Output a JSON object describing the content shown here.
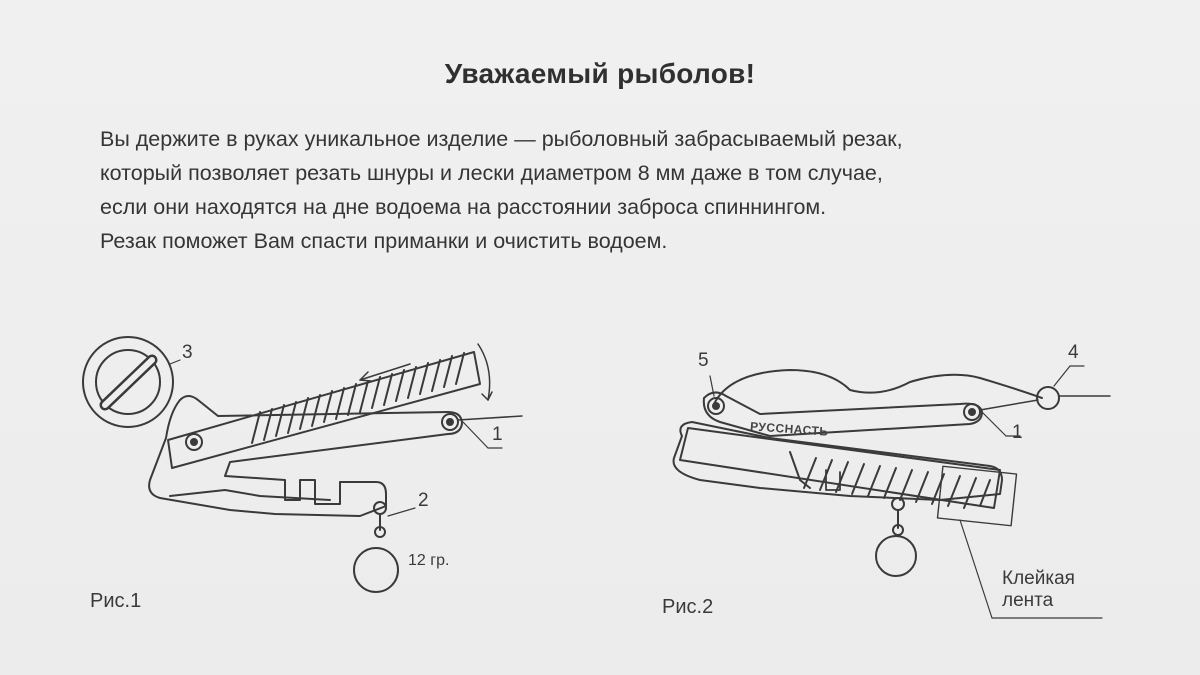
{
  "title": "Уважаемый рыболов!",
  "paragraph": [
    "Вы держите в руках уникальное изделие — рыболовный забрасываемый резак,",
    "который позволяет резать шнуры и лески диаметром 8 мм даже в том случае,",
    "если они находятся на дне водоема на расстоянии заброса спиннингом.",
    "Резак поможет Вам спасти приманки и очистить водоем."
  ],
  "figure1": {
    "caption": "Рис.1",
    "callouts": [
      "3",
      "1",
      "2"
    ],
    "weight_label": "12 гр."
  },
  "figure2": {
    "caption": "Рис.2",
    "callouts": [
      "5",
      "4",
      "1"
    ],
    "brand_label": "РУССНАСТЬ",
    "tape_label": [
      "Клейкая",
      "лента"
    ]
  }
}
